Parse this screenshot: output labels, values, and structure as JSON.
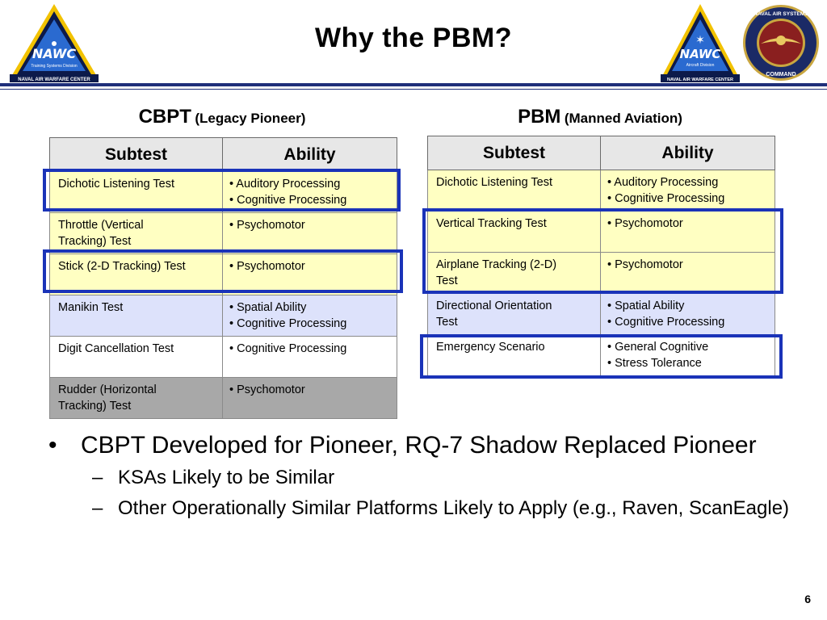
{
  "slide": {
    "title": "Why the PBM?",
    "page_number": "6",
    "accent_color": "#1a33b8"
  },
  "logos": {
    "left": {
      "text": "NAWC",
      "caption_top": "Training Systems Division",
      "caption_bottom": "NAVAL AIR WARFARE CENTER"
    },
    "right": {
      "text": "NAWC",
      "caption_top": "Aircraft Division",
      "caption_bottom": "NAVAL AIR WARFARE CENTER"
    },
    "seal": {
      "ring_top": "NAVAL AIR SYSTEMS",
      "ring_bottom": "COMMAND"
    }
  },
  "cbpt": {
    "heading": "CBPT",
    "subheading": "(Legacy Pioneer)",
    "col_subtest": "Subtest",
    "col_ability": "Ability",
    "rows": [
      {
        "subtest": [
          "Dichotic Listening Test"
        ],
        "ability": [
          "• Auditory Processing",
          "• Cognitive Processing"
        ],
        "style": "yellow"
      },
      {
        "subtest": [
          "Throttle (Vertical",
          "Tracking) Test"
        ],
        "ability": [
          "• Psychomotor"
        ],
        "style": "yellow"
      },
      {
        "subtest": [
          "Stick (2-D Tracking) Test"
        ],
        "ability": [
          "• Psychomotor"
        ],
        "style": "yellow"
      },
      {
        "subtest": [
          "Manikin Test"
        ],
        "ability": [
          "• Spatial Ability",
          "• Cognitive Processing"
        ],
        "style": "blue"
      },
      {
        "subtest": [
          "Digit Cancellation Test"
        ],
        "ability": [
          "• Cognitive Processing"
        ],
        "style": "white"
      },
      {
        "subtest": [
          "Rudder (Horizontal",
          "Tracking) Test"
        ],
        "ability": [
          "• Psychomotor"
        ],
        "style": "gray"
      }
    ]
  },
  "pbm": {
    "heading": "PBM",
    "subheading": "(Manned Aviation)",
    "col_subtest": "Subtest",
    "col_ability": "Ability",
    "rows": [
      {
        "subtest": [
          "Dichotic Listening Test"
        ],
        "ability": [
          "• Auditory Processing",
          "• Cognitive Processing"
        ],
        "style": "yellow"
      },
      {
        "subtest": [
          "Vertical Tracking Test"
        ],
        "ability": [
          "• Psychomotor"
        ],
        "style": "yellow"
      },
      {
        "subtest": [
          "Airplane Tracking (2-D)",
          "Test"
        ],
        "ability": [
          "• Psychomotor"
        ],
        "style": "yellow"
      },
      {
        "subtest": [
          "Directional Orientation",
          "Test"
        ],
        "ability": [
          "• Spatial Ability",
          "• Cognitive Processing"
        ],
        "style": "blue"
      },
      {
        "subtest": [
          "Emergency Scenario"
        ],
        "ability": [
          "• General Cognitive",
          "• Stress Tolerance"
        ],
        "style": "white"
      }
    ]
  },
  "bullets": [
    {
      "text": "CBPT Developed for Pioneer, RQ-7 Shadow Replaced Pioneer",
      "marker": "•",
      "children": [
        {
          "text": "KSAs Likely to be Similar",
          "marker": "–"
        },
        {
          "text": "Other Operationally Similar Platforms Likely to Apply (e.g., Raven, ScanEagle)",
          "marker": "–"
        }
      ]
    }
  ]
}
